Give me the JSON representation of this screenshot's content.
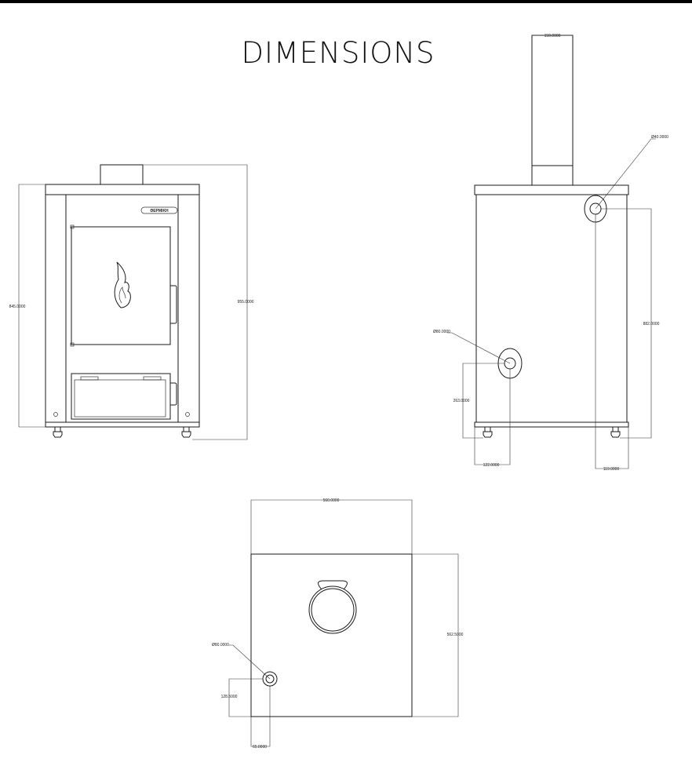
{
  "title": "DIMENSIONS",
  "colors": {
    "line": "#1a1a1a",
    "background": "#ffffff",
    "bar": "#000000"
  },
  "front_view": {
    "badge": "ΘΕΡΜΙΚΗ",
    "dims": {
      "height_body": "845.0000",
      "height_total": "955.0000"
    }
  },
  "side_view": {
    "dims": {
      "flue_width": "150.0000",
      "upper_pipe_diameter": "Ø40.0000",
      "upper_pipe_height": "882.0000",
      "lower_pipe_diameter": "Ø80.0000",
      "lower_pipe_height": "263.0000",
      "lower_pipe_offset": "122.0000",
      "upper_pipe_offset": "119.0000"
    }
  },
  "top_view": {
    "dims": {
      "width": "560.0000",
      "depth": "562.5000",
      "pipe_diameter": "Ø80.0000",
      "pipe_y": "128.5000",
      "pipe_x": "65.0000"
    }
  }
}
